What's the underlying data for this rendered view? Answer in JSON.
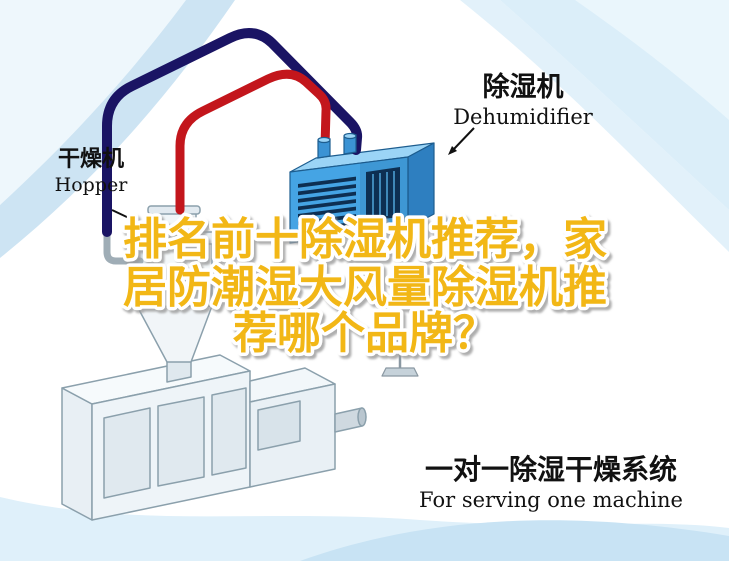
{
  "title": {
    "lines": [
      "排名前十除湿机推荐，家",
      "居防潮湿大风量除湿机推",
      "荐哪个品牌？"
    ],
    "color": "#f2b714"
  },
  "annotations": {
    "dehumidifier": {
      "cn": "除湿机",
      "en": "Dehumidifier"
    },
    "hopper": {
      "cn": "干燥机",
      "en": "Hopper"
    },
    "system": {
      "cn": "一对一除湿干燥系统",
      "en": "For serving one machine"
    }
  },
  "colors": {
    "title_gold": "#f2b714",
    "title_outline": "#ffffff",
    "pipe_return_navy": "#1a1464",
    "pipe_supply_red": "#c3161c",
    "dehumidifier_front": "#45a4e4",
    "dehumidifier_top": "#9bd4f6",
    "dehumidifier_side": "#2e7fc0",
    "vent_dark": "#0d2f52",
    "background_swoosh": "#cde4f3"
  }
}
